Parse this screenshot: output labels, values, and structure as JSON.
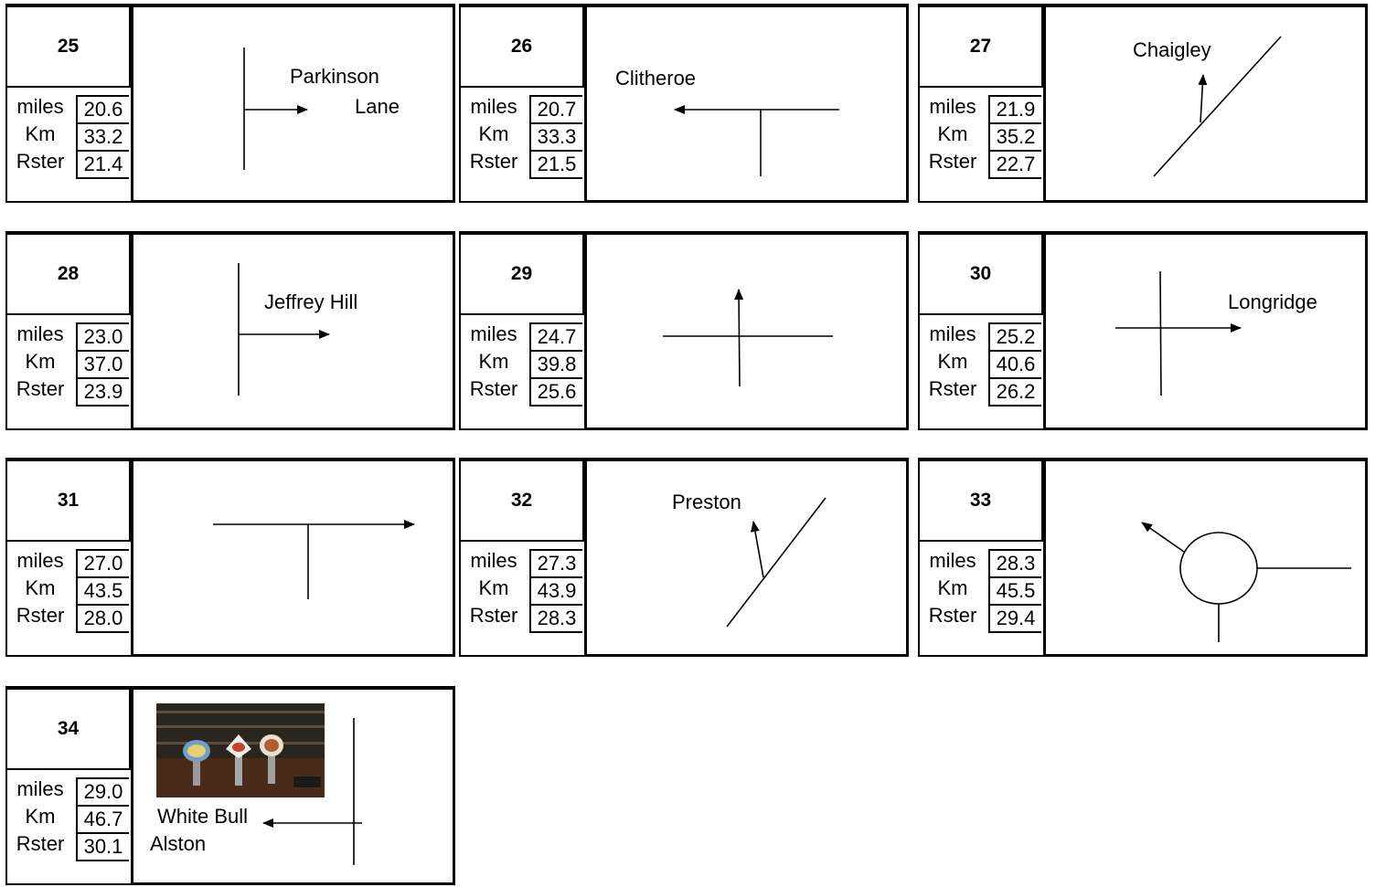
{
  "cells": [
    {
      "number": "25",
      "miles": "20.6",
      "km": "33.2",
      "rster": "21.4",
      "labels": [
        "Parkinson",
        "Lane"
      ]
    },
    {
      "number": "26",
      "miles": "20.7",
      "km": "33.3",
      "rster": "21.5",
      "labels": [
        "Clitheroe"
      ]
    },
    {
      "number": "27",
      "miles": "21.9",
      "km": "35.2",
      "rster": "22.7",
      "labels": [
        "Chaigley"
      ]
    },
    {
      "number": "28",
      "miles": "23.0",
      "km": "37.0",
      "rster": "23.9",
      "labels": [
        "Jeffrey Hill"
      ]
    },
    {
      "number": "29",
      "miles": "24.7",
      "km": "39.8",
      "rster": "25.6",
      "labels": []
    },
    {
      "number": "30",
      "miles": "25.2",
      "km": "40.6",
      "rster": "26.2",
      "labels": [
        "Longridge"
      ]
    },
    {
      "number": "31",
      "miles": "27.0",
      "km": "43.5",
      "rster": "28.0",
      "labels": []
    },
    {
      "number": "32",
      "miles": "27.3",
      "km": "43.9",
      "rster": "28.3",
      "labels": [
        "Preston"
      ]
    },
    {
      "number": "33",
      "miles": "28.3",
      "km": "45.5",
      "rster": "29.4",
      "labels": []
    },
    {
      "number": "34",
      "miles": "29.0",
      "km": "46.7",
      "rster": "30.1",
      "labels": [
        "White Bull",
        "Alston"
      ]
    }
  ],
  "stat_labels": {
    "miles": "miles",
    "km": "Km",
    "rster": "Rster"
  }
}
